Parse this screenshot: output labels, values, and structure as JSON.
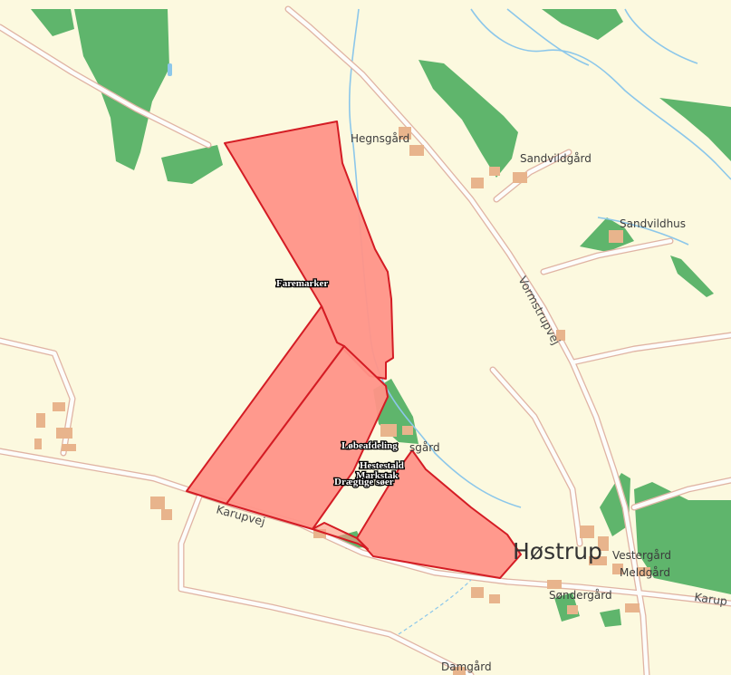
{
  "map": {
    "colors": {
      "land": "#fcf9df",
      "forest": "#5fb56c",
      "building": "#e8b48c",
      "road_fill": "#fdfdfb",
      "road_edge": "#e0b4a4",
      "stream": "#8cc7ea",
      "parcel_fill": "#ff9488",
      "parcel_stroke": "#d41c24"
    },
    "places": {
      "hegnsgaard": "Hegnsgård",
      "sandvildgaard": "Sandvildgård",
      "sandvildhus": "Sandvildhus",
      "hostrup": "Høstrup",
      "vestergaard": "Vestergård",
      "meldgaard": "Meldgård",
      "sondergaard": "Søndergård",
      "damgaard": "Damgård",
      "partial_gaard": "sgård"
    },
    "roads": {
      "vormstrupvej": "Vormstrupvej",
      "karupvej": "Karupvej",
      "karup_partial": "Karup"
    },
    "parcel_labels": {
      "faremarker": "Faremarker",
      "lobeafdeling": "Løbeafdeling",
      "hestestald": "Hestestald",
      "markstak": "Markstak",
      "draegtige": "Drægtige søer"
    }
  }
}
